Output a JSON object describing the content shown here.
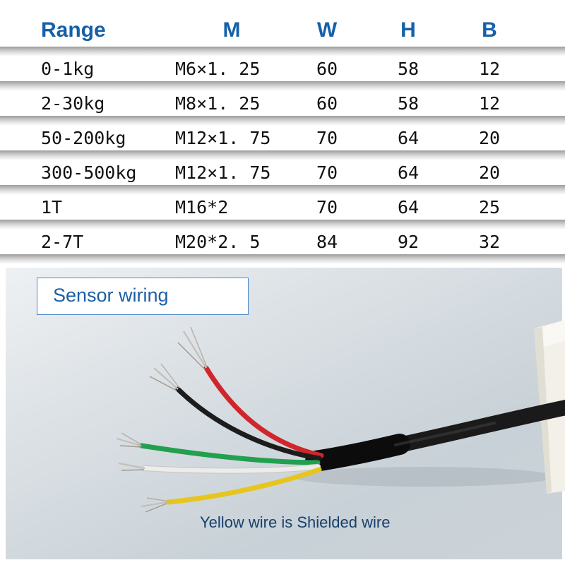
{
  "table": {
    "headers": {
      "range": "Range",
      "m": "M",
      "w": "W",
      "h": "H",
      "b": "B"
    },
    "rows": [
      {
        "range": "0-1kg",
        "m": "M6×1. 25",
        "w": "60",
        "h": "58",
        "b": "12"
      },
      {
        "range": "2-30kg",
        "m": "M8×1. 25",
        "w": "60",
        "h": "58",
        "b": "12"
      },
      {
        "range": "50-200kg",
        "m": "M12×1. 75",
        "w": "70",
        "h": "64",
        "b": "20"
      },
      {
        "range": "300-500kg",
        "m": "M12×1. 75",
        "w": "70",
        "h": "64",
        "b": "20"
      },
      {
        "range": "1T",
        "m": "M16*2",
        "w": "70",
        "h": "64",
        "b": "25"
      },
      {
        "range": "2-7T",
        "m": "M20*2. 5",
        "w": "84",
        "h": "92",
        "b": "32"
      }
    ]
  },
  "wiring": {
    "label": "Sensor wiring",
    "caption": "Yellow wire is Shielded wire",
    "wire_colors": [
      "red",
      "black",
      "green",
      "white",
      "yellow"
    ],
    "shielded_wire": "yellow"
  },
  "colors": {
    "header_blue": "#1560a8",
    "label_blue": "#1d5fa6",
    "caption_blue": "#17406a",
    "wire_red": "#d0252b",
    "wire_black": "#1c1c1c",
    "wire_green": "#22a04f",
    "wire_white": "#ececea",
    "wire_yellow": "#e6c51f"
  }
}
